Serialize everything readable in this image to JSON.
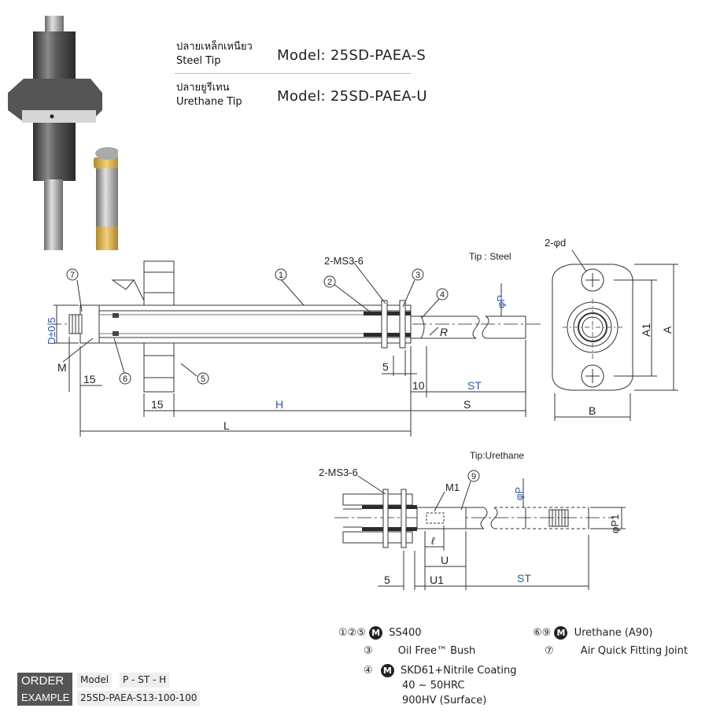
{
  "header": {
    "row1_thai": "ปลายเหล็กเหนียว",
    "row1_en": "Steel Tip",
    "row1_model": "Model: 25SD-PAEA-S",
    "row2_thai": "ปลายยูรีเทน",
    "row2_en": "Urethane Tip",
    "row2_model": "Model: 25SD-PAEA-U"
  },
  "drawing_steel": {
    "title": "Tip : Steel",
    "labels": {
      "ms": "2-MS3-6",
      "d": "D±0.5",
      "m": "M",
      "dim15a": "15",
      "dim15b": "15",
      "dim5": "5",
      "dim10": "10",
      "st": "ST",
      "h": "H",
      "s": "S",
      "l": "L",
      "r": "R",
      "phip": "φP",
      "c1": "1",
      "c2": "2",
      "c3": "3",
      "c4": "4",
      "c5": "5",
      "c6": "6",
      "c7": "7"
    }
  },
  "drawing_flange": {
    "labels": {
      "hole": "2-φd",
      "a1": "A1",
      "a": "A",
      "b": "B"
    }
  },
  "drawing_urethane": {
    "title": "Tip:Urethane",
    "labels": {
      "ms": "2-MS3-6",
      "m1": "M1",
      "c9": "9",
      "phip": "φP",
      "phip1": "φP1",
      "ell": "ℓ",
      "u": "U",
      "u1": "U1",
      "dim5": "5",
      "st": "ST"
    }
  },
  "materials": {
    "m1_nums": "①②⑤",
    "m1_text": "SS400",
    "m2_nums": "③",
    "m2_text": "Oil Free™ Bush",
    "m3_nums": "④",
    "m3_text": "SKD61+Nitrile Coating",
    "m3_line2": "40 ~ 50HRC",
    "m3_line3": "900HV (Surface)",
    "m4_nums": "⑥⑨",
    "m4_text": "Urethane (A90)",
    "m5_nums": "⑦",
    "m5_text": "Air Quick Fitting Joint",
    "badge": "M"
  },
  "order": {
    "title1": "ORDER",
    "title2": "EXAMPLE",
    "model_label": "Model",
    "pattern": "P - ST - H",
    "example": "25SD-PAEA-S13-100-100"
  },
  "colors": {
    "line": "#333333",
    "blue_label": "#2f56a6",
    "metal_dark": "#3c3c3c",
    "metal_light": "#a9a9a9",
    "brass": "#d8b64a"
  }
}
